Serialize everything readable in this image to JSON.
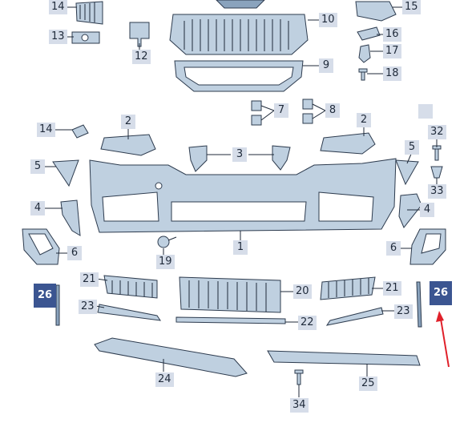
{
  "callouts": {
    "c1": "1",
    "c2a": "2",
    "c2b": "2",
    "c3": "3",
    "c4a": "4",
    "c4b": "4",
    "c5a": "5",
    "c5b": "5",
    "c6a": "6",
    "c6b": "6",
    "c7": "7",
    "c8": "8",
    "c9": "9",
    "c10": "10",
    "c12": "12",
    "c13": "13",
    "c14a": "14",
    "c14b": "14",
    "c15": "15",
    "c16": "16",
    "c17": "17",
    "c18": "18",
    "c19": "19",
    "c20": "20",
    "c21a": "21",
    "c21b": "21",
    "c22": "22",
    "c23a": "23",
    "c23b": "23",
    "c24": "24",
    "c25": "25",
    "c26a": "26",
    "c26b": "26",
    "c32": "32",
    "c33": "33",
    "c34": "34",
    "blank": ""
  },
  "colors": {
    "label_bg": "#d6dde9",
    "highlight_bg": "#3b5591",
    "part_fill": "#bfd0e0",
    "arrow": "#e0202a"
  }
}
